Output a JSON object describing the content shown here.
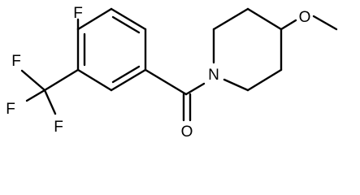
{
  "molecule": {
    "atoms": {
      "fluoro": "F",
      "cf3_f_top": "F",
      "cf3_f_left": "F",
      "cf3_f_bottom": "F",
      "nitrogen": "N",
      "carbonyl_oxygen": "O",
      "methoxy_oxygen": "O"
    }
  },
  "colors": {
    "line": "#000000",
    "background": "#ffffff"
  }
}
